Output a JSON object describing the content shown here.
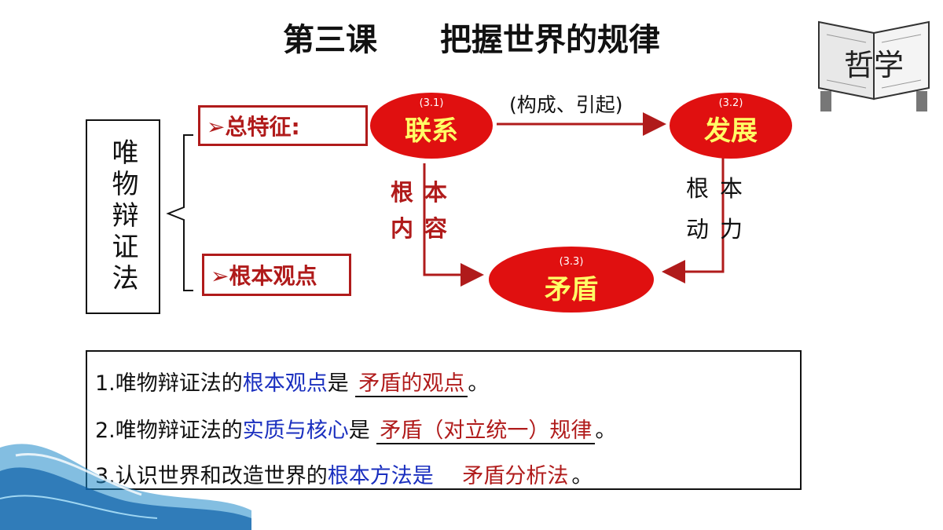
{
  "title": {
    "lesson": "第三课",
    "topic": "把握世界的规律"
  },
  "side_box": "唯物辩证法",
  "features": {
    "general": "➢总特征:",
    "basic": "➢根本观点"
  },
  "nodes": {
    "lianxi": {
      "label": "联系",
      "sub": "(3.1)"
    },
    "fazhan": {
      "label": "发展",
      "sub": "(3.2)"
    },
    "maodun": {
      "label": "矛盾",
      "sub": "(3.3)"
    }
  },
  "edges": {
    "top": "(构成、引起)",
    "left": [
      "根本",
      "内容"
    ],
    "right": [
      "根本",
      "动力"
    ]
  },
  "questions": [
    {
      "num": "1.",
      "pre": "唯物辩证法的",
      "key": "根本观点",
      "post": "是",
      "answer": "矛盾的观点",
      "end": "。"
    },
    {
      "num": "2.",
      "pre": "唯物辩证法的",
      "key": "实质与核心",
      "post": "是",
      "answer": "矛盾（对立统一）规律",
      "end": "。"
    },
    {
      "num": "3.",
      "pre": "认识世界和改造世界的",
      "key": "根本方法是",
      "post": "",
      "answer": "矛盾分析法",
      "end": "。"
    }
  ],
  "logo": {
    "text": "哲学"
  },
  "colors": {
    "accent_red": "#b01b1b",
    "ellipse_fill": "#e01010",
    "ellipse_text": "#ffff66",
    "key_blue": "#1a2fbf"
  }
}
